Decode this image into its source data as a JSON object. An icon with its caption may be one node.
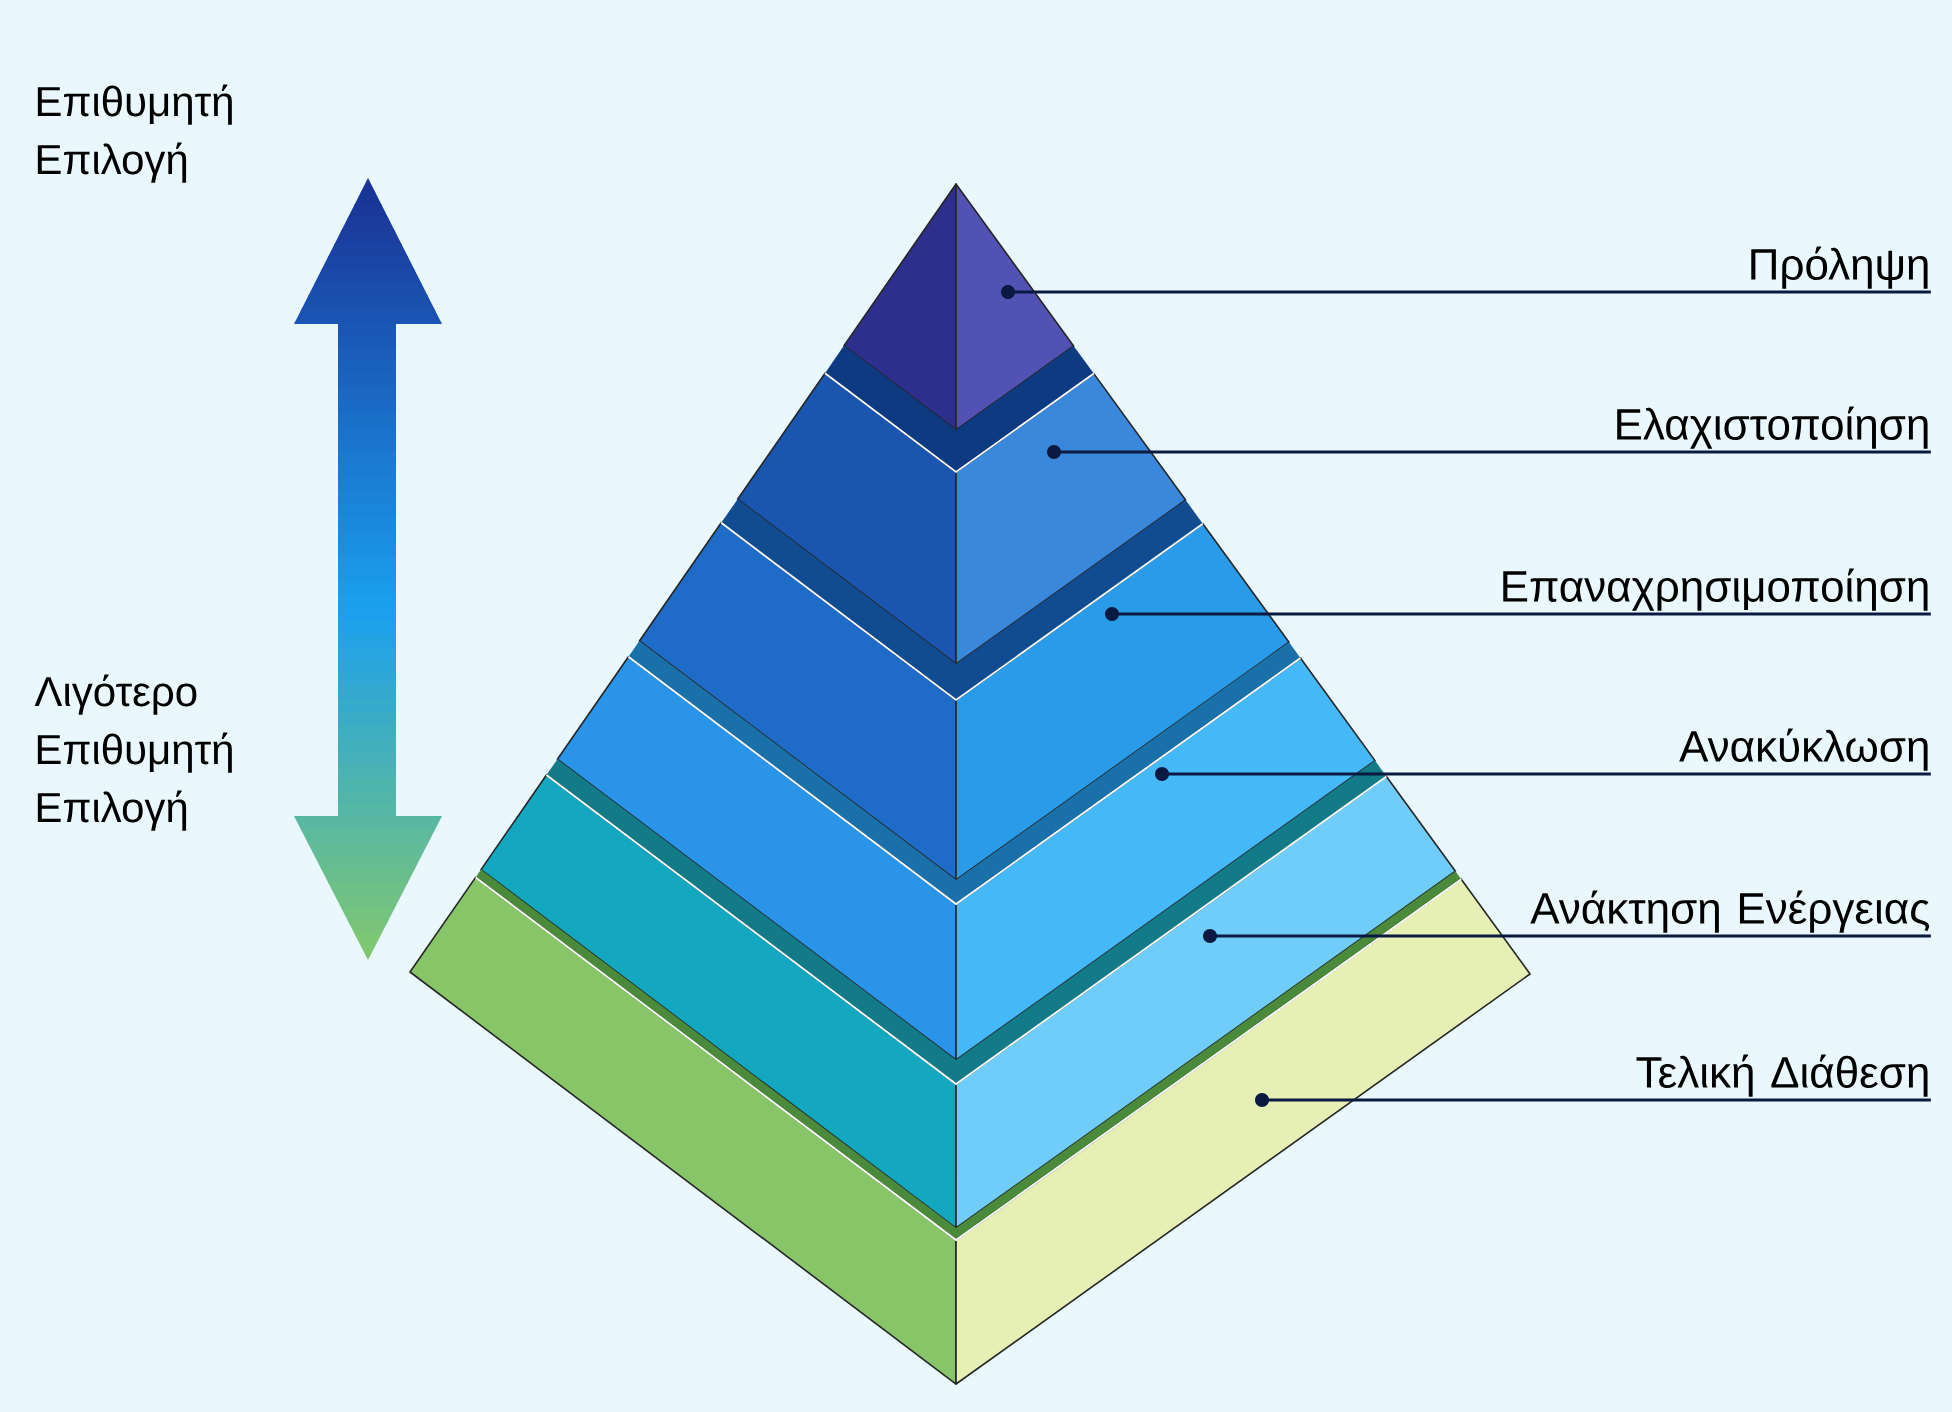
{
  "diagram": {
    "nodes": [
      {
        "text": [
          "Πρόληψη"
        ]
      },
      {
        "text": [
          "Ελαχιστοποίηση"
        ]
      },
      {
        "text": [
          "Επαναχρησιμοποίηση"
        ]
      },
      {
        "text": [
          "Ανακύκλωση"
        ]
      },
      {
        "text": [
          "Ανάκτηση Ενέργειας"
        ]
      },
      {
        "text": [
          "Τελική Διάθεση"
        ]
      },
      {
        "text": [],
        "shape": "band"
      },
      {
        "text": [],
        "shape": "band"
      },
      {
        "text": [],
        "shape": "band"
      },
      {
        "text": [],
        "shape": "band"
      },
      {
        "text": [],
        "shape": "band"
      },
      {
        "text": [],
        "shape": "band"
      }
    ],
    "edges": [
      {
        "from": 0,
        "to": 6,
        "arrow": "other"
      },
      {
        "from": 1,
        "to": 7,
        "arrow": "other"
      },
      {
        "from": 2,
        "to": 8,
        "arrow": "other"
      },
      {
        "from": 3,
        "to": 9,
        "arrow": "other"
      },
      {
        "from": 4,
        "to": 10,
        "arrow": "other"
      },
      {
        "from": 5,
        "to": 11,
        "arrow": "other"
      }
    ],
    "labels": [
      "Επιθυμητή Επιλογή",
      "Λιγότερο Επιθυμητή Επιλογή"
    ]
  }
}
